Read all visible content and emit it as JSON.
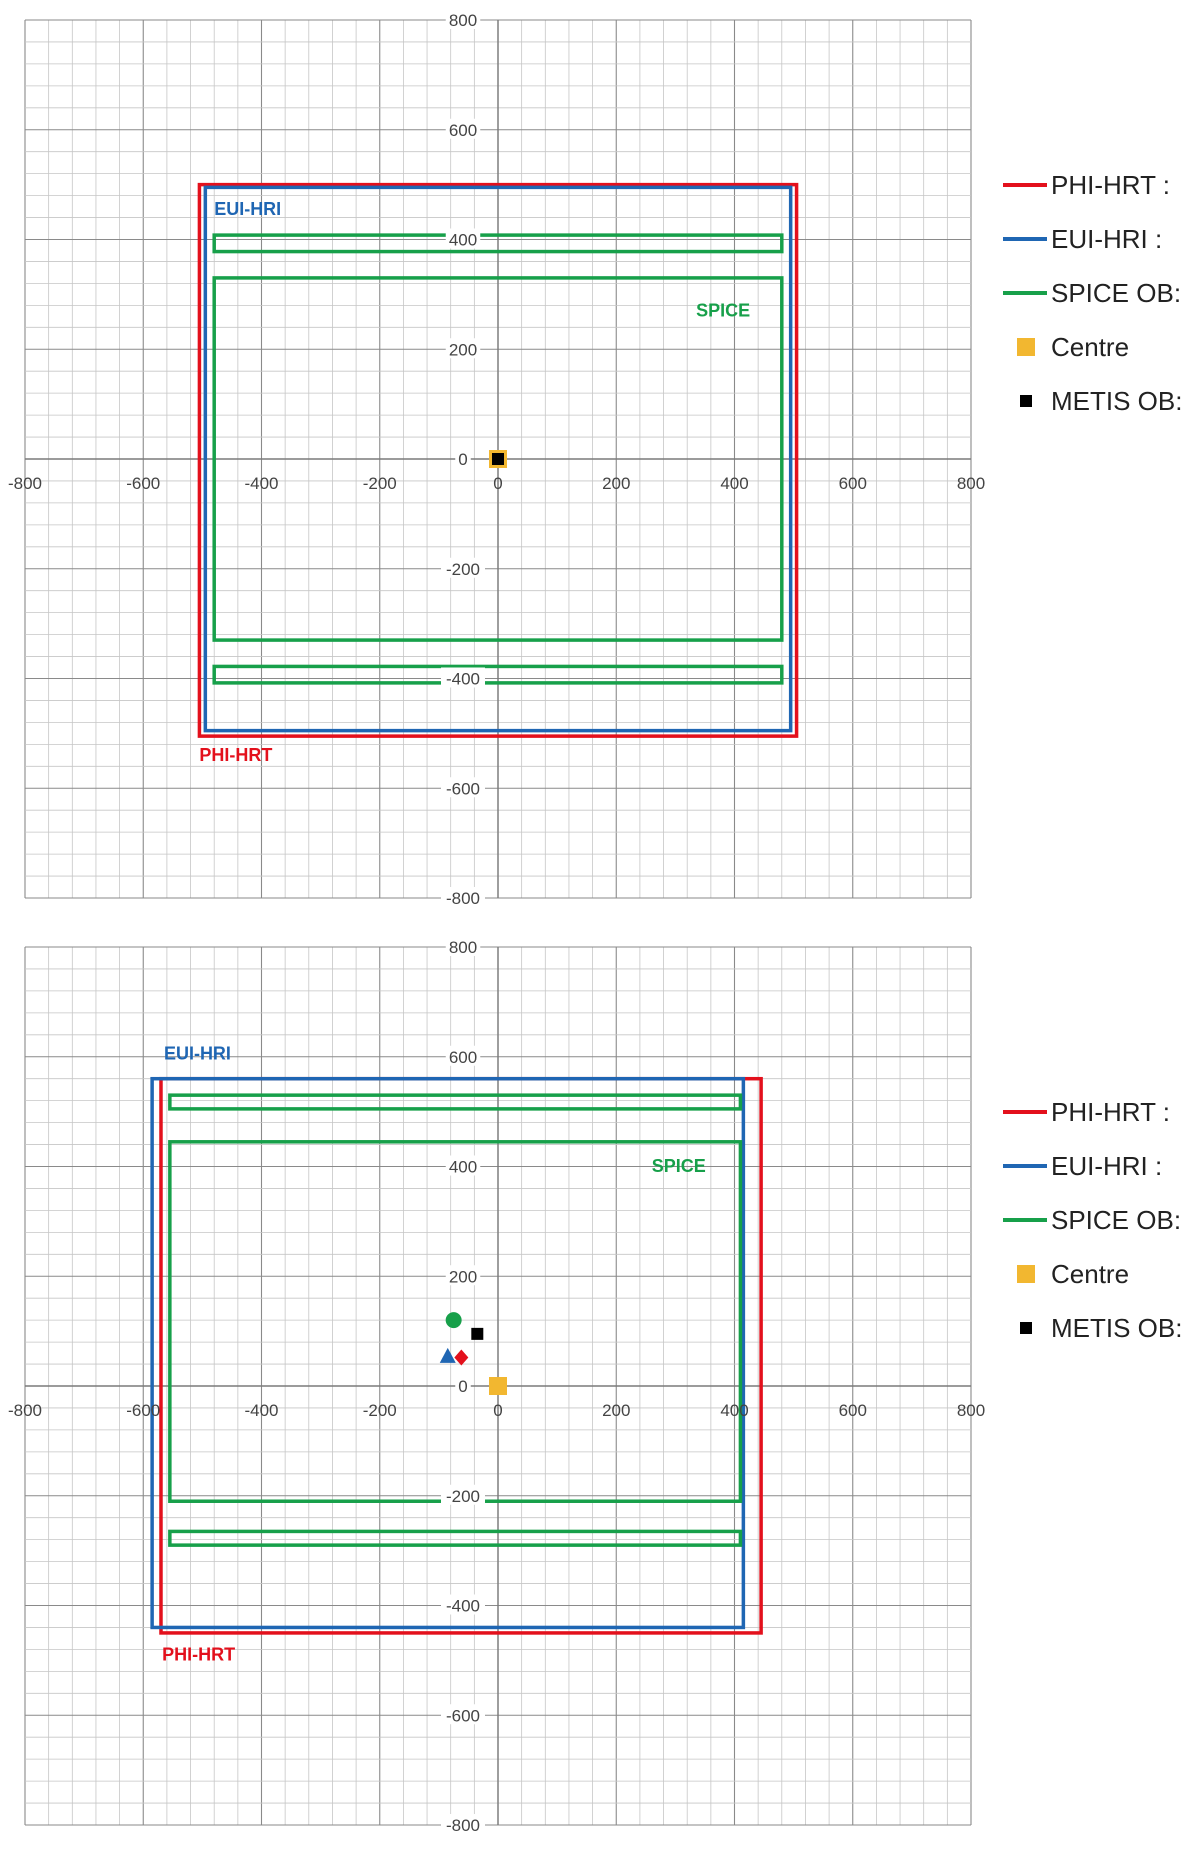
{
  "chart_data": [
    {
      "type": "scatter",
      "title": "",
      "xlabel": "",
      "ylabel": "",
      "xlim": [
        -800,
        800
      ],
      "ylim": [
        -800,
        800
      ],
      "x_ticks": [
        -800,
        -600,
        -400,
        -200,
        0,
        200,
        400,
        600,
        800
      ],
      "y_ticks": [
        800,
        600,
        400,
        200,
        0,
        -200,
        -400,
        -600,
        -800
      ],
      "grid": true,
      "legend_position": "right",
      "legend": [
        {
          "label": "PHI-HRT :",
          "marker": "line",
          "color": "#e3101c"
        },
        {
          "label": "EUI-HRI :",
          "marker": "line",
          "color": "#1f66b3"
        },
        {
          "label": "SPICE OB:",
          "marker": "line",
          "color": "#17a04a"
        },
        {
          "label": "Centre",
          "marker": "square",
          "color": "#f2b730"
        },
        {
          "label": "METIS OB:",
          "marker": "small-square",
          "color": "#000000"
        }
      ],
      "rects": [
        {
          "series": "PHI-HRT",
          "color": "#e3101c",
          "x1": -505,
          "x2": 505,
          "y1": -505,
          "y2": 500
        },
        {
          "series": "EUI-HRI",
          "color": "#1f66b3",
          "x1": -495,
          "x2": 495,
          "y1": -495,
          "y2": 495
        },
        {
          "series": "SPICE",
          "color": "#17a04a",
          "x1": -480,
          "x2": 480,
          "y1": 378,
          "y2": 408
        },
        {
          "series": "SPICE",
          "color": "#17a04a",
          "x1": -480,
          "x2": 480,
          "y1": -330,
          "y2": 330
        },
        {
          "series": "SPICE",
          "color": "#17a04a",
          "x1": -480,
          "x2": 480,
          "y1": -408,
          "y2": -378
        }
      ],
      "annotations": [
        {
          "text": "EUI-HRI",
          "color": "#1f66b3",
          "x": -480,
          "y": 445
        },
        {
          "text": "SPICE",
          "color": "#17a04a",
          "x": 335,
          "y": 260
        },
        {
          "text": "PHI-HRT",
          "color": "#e3101c",
          "x": -505,
          "y": -550
        }
      ],
      "points": [
        {
          "series": "Centre",
          "marker": "square",
          "color": "#f2b730",
          "x": 0,
          "y": 0
        },
        {
          "series": "METIS OB",
          "marker": "small-square",
          "color": "#000000",
          "x": 0,
          "y": 0
        }
      ]
    },
    {
      "type": "scatter",
      "title": "",
      "xlabel": "",
      "ylabel": "",
      "xlim": [
        -800,
        800
      ],
      "ylim": [
        -800,
        800
      ],
      "x_ticks": [
        -800,
        -600,
        -400,
        -200,
        0,
        200,
        400,
        600,
        800
      ],
      "y_ticks": [
        800,
        600,
        400,
        200,
        0,
        -200,
        -400,
        -600,
        -800
      ],
      "grid": true,
      "legend_position": "right",
      "legend": [
        {
          "label": "PHI-HRT :",
          "marker": "line",
          "color": "#e3101c"
        },
        {
          "label": "EUI-HRI :",
          "marker": "line",
          "color": "#1f66b3"
        },
        {
          "label": "SPICE OB:",
          "marker": "line",
          "color": "#17a04a"
        },
        {
          "label": "Centre",
          "marker": "square",
          "color": "#f2b730"
        },
        {
          "label": "METIS OB:",
          "marker": "small-square",
          "color": "#000000"
        }
      ],
      "rects": [
        {
          "series": "PHI-HRT",
          "color": "#e3101c",
          "x1": -570,
          "x2": 445,
          "y1": -450,
          "y2": 560
        },
        {
          "series": "EUI-HRI",
          "color": "#1f66b3",
          "x1": -585,
          "x2": 415,
          "y1": -440,
          "y2": 560
        },
        {
          "series": "SPICE",
          "color": "#17a04a",
          "x1": -555,
          "x2": 410,
          "y1": 505,
          "y2": 530
        },
        {
          "series": "SPICE",
          "color": "#17a04a",
          "x1": -555,
          "x2": 410,
          "y1": -210,
          "y2": 445
        },
        {
          "series": "SPICE",
          "color": "#17a04a",
          "x1": -555,
          "x2": 410,
          "y1": -290,
          "y2": -265
        }
      ],
      "annotations": [
        {
          "text": "EUI-HRI",
          "color": "#1f66b3",
          "x": -565,
          "y": 595
        },
        {
          "text": "SPICE",
          "color": "#17a04a",
          "x": 260,
          "y": 390
        },
        {
          "text": "PHI-HRT",
          "color": "#e3101c",
          "x": -568,
          "y": -500
        }
      ],
      "points": [
        {
          "series": "SPICE",
          "marker": "circle",
          "color": "#17a04a",
          "x": -75,
          "y": 120
        },
        {
          "series": "METIS OB",
          "marker": "small-square",
          "color": "#000000",
          "x": -35,
          "y": 95
        },
        {
          "series": "EUI-HRI",
          "marker": "triangle",
          "color": "#1f66b3",
          "x": -85,
          "y": 55
        },
        {
          "series": "PHI-HRT",
          "marker": "diamond",
          "color": "#e3101c",
          "x": -62,
          "y": 52
        },
        {
          "series": "Centre",
          "marker": "square",
          "color": "#f2b730",
          "x": 0,
          "y": 0
        }
      ]
    }
  ]
}
